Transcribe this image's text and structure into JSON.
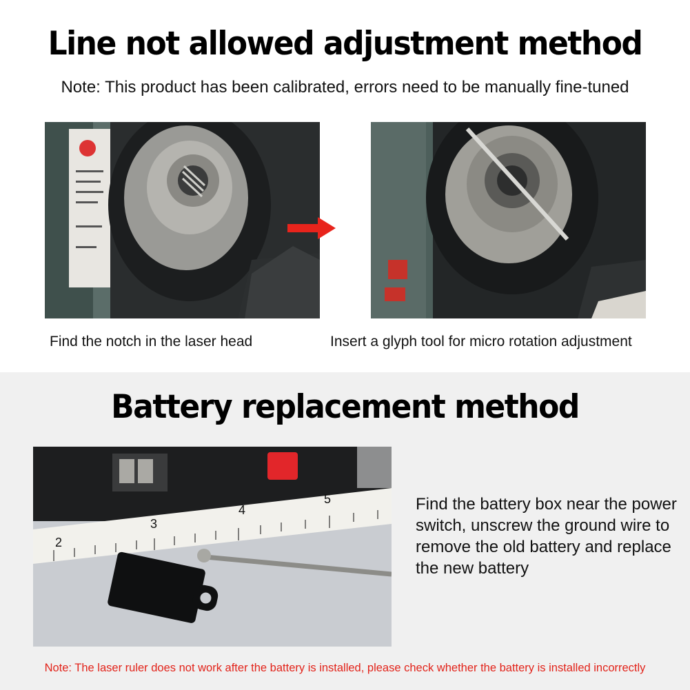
{
  "section1": {
    "title": "Line not allowed adjustment method",
    "note": "Note: This product has been calibrated, errors need to be manually fine-tuned",
    "steps": [
      {
        "caption": "Find the notch in the laser head"
      },
      {
        "caption": "Insert a glyph tool for micro rotation adjustment"
      }
    ],
    "arrow_color": "#e8241c"
  },
  "section2": {
    "title": "Battery replacement method",
    "ruler_numbers": [
      "2",
      "3",
      "4",
      "5"
    ],
    "description": "Find the battery box near the power switch, unscrew the ground wire to remove the old battery and replace the new battery",
    "note": "Note: The laser ruler does not work after the battery is installed, please check whether the battery is installed incorrectly",
    "note_color": "#e2231a"
  }
}
